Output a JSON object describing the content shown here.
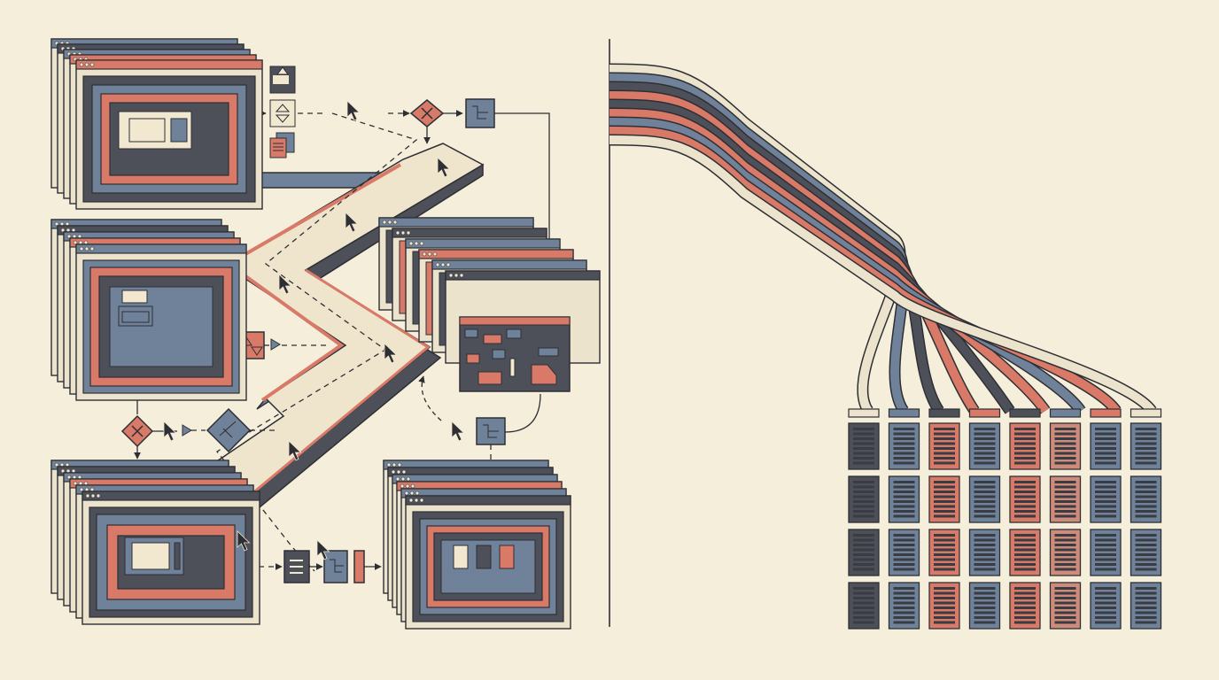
{
  "palette": {
    "background": "#f5eedb",
    "cream": "#ece3cc",
    "slate": "#6f8299",
    "charcoal": "#4d5059",
    "coral": "#d97a68",
    "ink": "#2e2f35",
    "light": "#f2e7cf"
  },
  "diagram": {
    "left_panel": {
      "window_stacks": [
        {
          "id": "stack-top-left",
          "layers": 5
        },
        {
          "id": "stack-middle-left",
          "layers": 5
        },
        {
          "id": "stack-bottom-left",
          "layers": 6
        },
        {
          "id": "stack-center-preview",
          "layers": 6
        },
        {
          "id": "stack-bottom-right",
          "layers": 6
        }
      ],
      "cursor_count": 10
    },
    "right_panel": {
      "cable_strands": [
        "cream",
        "slate",
        "charcoal",
        "coral",
        "charcoal",
        "coral",
        "slate",
        "coral",
        "cream"
      ],
      "server_grid": {
        "rows": 4,
        "columns": [
          "charcoal",
          "slate",
          "coral",
          "slate",
          "coral",
          "coral-light",
          "slate",
          "slate"
        ]
      }
    }
  }
}
